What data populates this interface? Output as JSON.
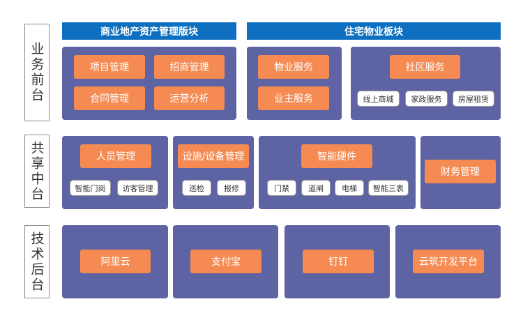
{
  "layers": {
    "front": "业务前台",
    "middle": "共享中台",
    "tech": "技术后台"
  },
  "headers": {
    "commercial": "商业地产资产管理版块",
    "residential": "住宅物业板块"
  },
  "front": {
    "commercial": [
      "项目管理",
      "招商管理",
      "合同管理",
      "运营分析"
    ],
    "property": [
      "物业服务",
      "业主服务"
    ],
    "community": {
      "title": "社区服务",
      "tags": [
        "线上商城",
        "家政服务",
        "房屋租赁"
      ]
    }
  },
  "middle": {
    "personnel": {
      "title": "人员管理",
      "tags": [
        "智能门岗",
        "访客管理"
      ]
    },
    "facility": {
      "title": "设施/设备管理",
      "tags": [
        "巡检",
        "报修"
      ]
    },
    "hardware": {
      "title": "智能硬件",
      "tags": [
        "门禁",
        "道闸",
        "电梯",
        "智能三表"
      ]
    },
    "finance": {
      "title": "财务管理"
    }
  },
  "tech": [
    "阿里云",
    "支付宝",
    "钉钉",
    "云筑开发平台"
  ],
  "colors": {
    "header_blue": "#0e6fc0",
    "panel": "#5d63a3",
    "button_orange": "#f58b53"
  }
}
